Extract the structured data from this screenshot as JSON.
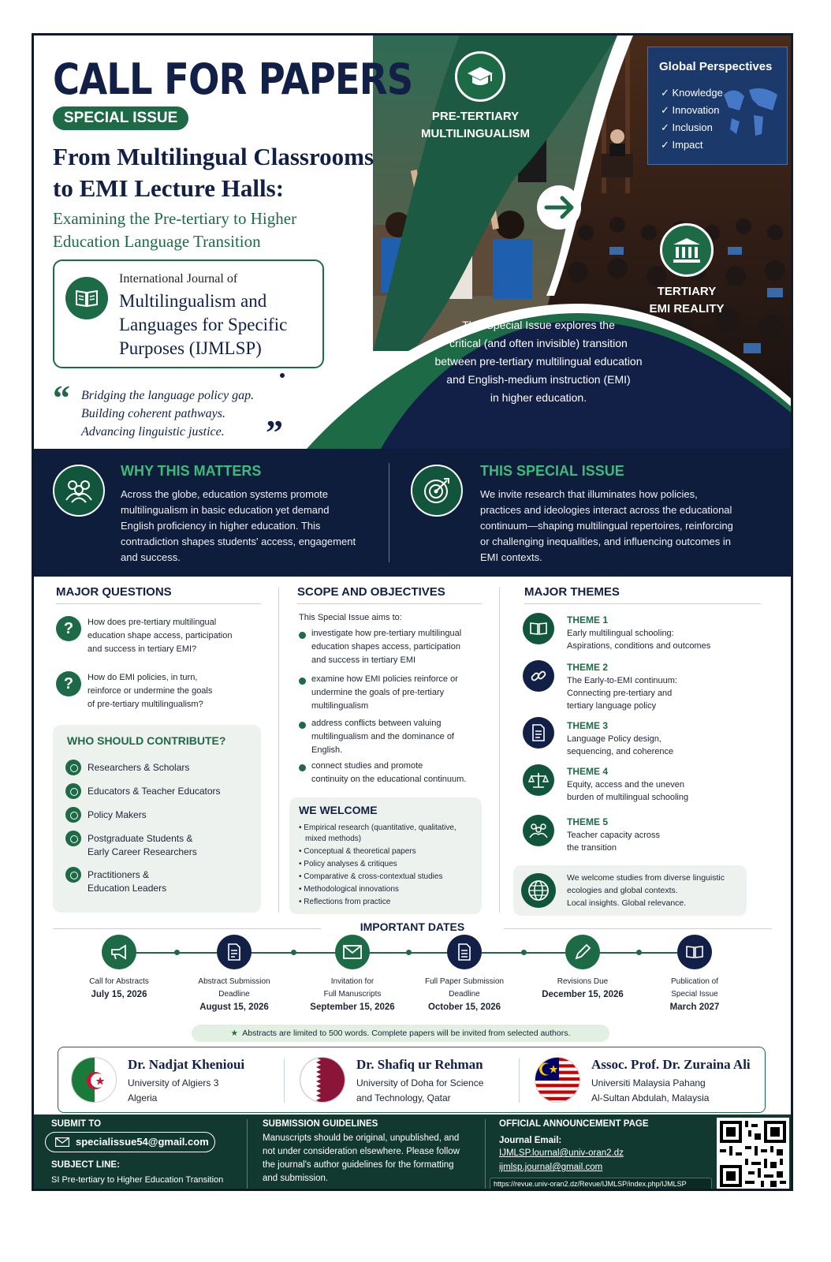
{
  "header": {
    "title": "CALL FOR PAPERS",
    "badge": "SPECIAL ISSUE",
    "headline_line1": "From Multilingual Classrooms",
    "headline_line2": "to EMI Lecture Halls:",
    "subheadline_line1": "Examining the Pre-tertiary to Higher",
    "subheadline_line2": "Education Language Transition",
    "journal_prefix": "International Journal of",
    "journal_line1": "Multilingualism and",
    "journal_line2": "Languages for Specific",
    "journal_line3": "Purposes (IJMLSP)",
    "quote_lines": [
      "Bridging the language policy gap.",
      "Building coherent pathways.",
      "Advancing linguistic justice."
    ],
    "pre_tertiary_label_1": "PRE-TERTIARY",
    "pre_tertiary_label_2": "MULTILINGUALISM",
    "tertiary_label_1": "TERTIARY",
    "tertiary_label_2": "EMI REALITY",
    "intro_lines": [
      "This Special Issue explores the",
      "critical (and often invisible) transition",
      "between pre-tertiary multilingual education",
      "and English-medium instruction (EMI)",
      "in higher education."
    ],
    "global_title": "Global Perspectives",
    "global_items": [
      "Knowledge",
      "Innovation",
      "Inclusion",
      "Impact"
    ]
  },
  "why": {
    "title": "WHY THIS MATTERS",
    "lines": [
      "Across the globe, education systems promote",
      "multilingualism in basic education yet demand",
      "English proficiency in higher education. This",
      "contradiction shapes students' access, engagement",
      "and success."
    ]
  },
  "issue": {
    "title": "THIS SPECIAL ISSUE",
    "lines": [
      "We invite research that illuminates how policies,",
      "practices and ideologies interact across the educational",
      "continuum—shaping multilingual repertoires, reinforcing",
      "or challenging inequalities, and influencing outcomes in",
      "EMI contexts."
    ]
  },
  "questions": {
    "title": "MAJOR QUESTIONS",
    "items": [
      {
        "icon": "?",
        "lines": [
          "How does pre-tertiary multilingual",
          "education shape access, participation",
          "and success in tertiary EMI?"
        ]
      },
      {
        "icon": "?",
        "lines": [
          "How do EMI policies, in turn,",
          "reinforce or undermine the goals",
          "of pre-tertiary multilingualism?"
        ]
      }
    ]
  },
  "contributors": {
    "title": "WHO SHOULD CONTRIBUTE?",
    "items": [
      {
        "lines": [
          "Researchers & Scholars"
        ]
      },
      {
        "lines": [
          "Educators & Teacher Educators"
        ]
      },
      {
        "lines": [
          "Policy Makers"
        ]
      },
      {
        "lines": [
          "Postgraduate Students &",
          "Early Career Researchers"
        ]
      },
      {
        "lines": [
          "Practitioners &",
          "Education Leaders"
        ]
      }
    ]
  },
  "scope": {
    "title": "SCOPE AND OBJECTIVES",
    "intro": "This Special Issue aims to:",
    "items": [
      {
        "lines": [
          "investigate how pre-tertiary multilingual",
          "education shapes access, participation",
          "and success in tertiary EMI"
        ]
      },
      {
        "lines": [
          "examine how EMI policies reinforce or",
          "undermine the goals of pre-tertiary",
          "multilingualism"
        ]
      },
      {
        "lines": [
          "address conflicts between valuing",
          "multilingualism and the dominance of",
          "English."
        ]
      },
      {
        "lines": [
          "connect studies and promote",
          "continuity on the educational continuum."
        ]
      }
    ]
  },
  "welcome": {
    "title": "WE WELCOME",
    "items": [
      {
        "lines": [
          "Empirical research (quantitative, qualitative,",
          "mixed methods)"
        ]
      },
      {
        "lines": [
          "Conceptual & theoretical papers"
        ]
      },
      {
        "lines": [
          "Policy analyses & critiques"
        ]
      },
      {
        "lines": [
          "Comparative & cross-contextual studies"
        ]
      },
      {
        "lines": [
          "Methodological innovations"
        ]
      },
      {
        "lines": [
          "Reflections from practice"
        ]
      }
    ]
  },
  "themes": {
    "title": "MAJOR THEMES",
    "items": [
      {
        "name": "THEME 1",
        "lines": [
          "Early multilingual schooling:",
          "Aspirations, conditions and outcomes"
        ]
      },
      {
        "name": "THEME 2",
        "lines": [
          "The Early-to-EMI continuum:",
          "Connecting pre-tertiary and",
          "tertiary language policy"
        ]
      },
      {
        "name": "THEME 3",
        "lines": [
          "Language Policy design,",
          "sequencing, and coherence"
        ]
      },
      {
        "name": "THEME 4",
        "lines": [
          "Equity, access and the uneven",
          "burden of multilingual schooling"
        ]
      },
      {
        "name": "THEME 5",
        "lines": [
          "Teacher capacity across",
          "the transition"
        ]
      }
    ],
    "global_lines": [
      "We welcome studies from diverse linguistic",
      "ecologies and global contexts.",
      "Local insights. Global relevance."
    ]
  },
  "dates": {
    "title": "IMPORTANT DATES",
    "items": [
      {
        "label_lines": [
          "Call for Abstracts"
        ],
        "date": "July 15, 2026",
        "icon": "megaphone-icon"
      },
      {
        "label_lines": [
          "Abstract Submission",
          "Deadline"
        ],
        "date": "August 15, 2026",
        "icon": "document-icon"
      },
      {
        "label_lines": [
          "Invitation for",
          "Full Manuscripts"
        ],
        "date": "September 15, 2026",
        "icon": "envelope-icon"
      },
      {
        "label_lines": [
          "Full Paper Submission",
          "Deadline"
        ],
        "date": "October 15, 2026",
        "icon": "paper-icon"
      },
      {
        "label_lines": [
          "Revisions Due"
        ],
        "date": "December 15, 2026",
        "icon": "pencil-icon"
      },
      {
        "label_lines": [
          "Publication of",
          "Special Issue"
        ],
        "date": "March 2027",
        "icon": "book-icon"
      }
    ],
    "note": "Abstracts are limited to 500 words. Complete papers will be invited from selected authors."
  },
  "editors": [
    {
      "name": "Dr. Nadjat Khenioui",
      "aff1": "University of Algiers 3",
      "aff2": "Algeria",
      "flag": "algeria-flag"
    },
    {
      "name": "Dr. Shafiq ur Rehman",
      "aff1": "University of Doha for Science",
      "aff2": "and Technology, Qatar",
      "flag": "qatar-flag"
    },
    {
      "name": "Assoc. Prof. Dr. Zuraina Ali",
      "aff1": "Universiti Malaysia Pahang",
      "aff2": "Al-Sultan Abdulah, Malaysia",
      "flag": "malaysia-flag"
    }
  ],
  "footer": {
    "submit_title": "SUBMIT TO",
    "email": "specialissue54@gmail.com",
    "subject_title": "SUBJECT LINE:",
    "subject": "SI Pre-tertiary to Higher Education Transition",
    "guidelines_title": "SUBMISSION GUIDELINES",
    "guidelines_lines": [
      "Manuscripts should be original, unpublished, and",
      "not under consideration elsewhere. Please follow",
      "the journal's author guidelines for the formatting",
      "and submission."
    ],
    "official_title": "OFFICIAL ANNOUNCEMENT PAGE",
    "journal_email_label": "Journal Email:",
    "journal_email_1": "IJMLSP.lournal@univ-oran2.dz",
    "journal_email_2": "ijmlsp.journal@gmail.com",
    "url": "https://revue.univ-oran2.dz/Revue/IJMLSP/index.php/IJMLSP"
  },
  "colors": {
    "navy": "#122048",
    "green": "#1d6b46",
    "band": "#0f1d3d",
    "footer": "#12392f"
  }
}
